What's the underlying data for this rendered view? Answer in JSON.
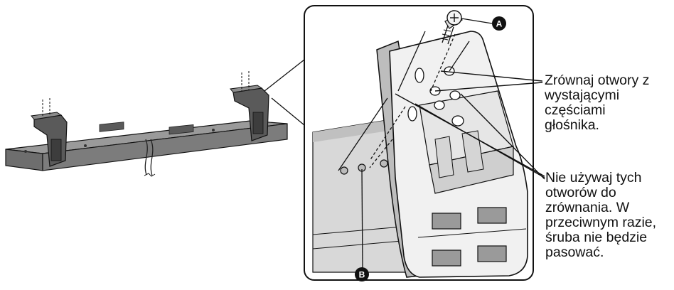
{
  "labels": {
    "badge_a": "A",
    "badge_b": "B"
  },
  "callouts": {
    "align": "Zrównaj otwory z\nwystającymi\nczęściami\ngłośnika.",
    "dont_use": "Nie używaj tych\notworów do\nzrównania. W\nprzeciwnym razie,\nśruba nie będzie\npasować."
  },
  "colors": {
    "line": "#111111",
    "bar_fill": "#8a8a8a",
    "bar_dark": "#5a5a5a",
    "panel_fill": "#dcdcdc",
    "bracket_fill": "#f2f2f2",
    "bracket_shade": "#c4c4c4",
    "badge_fill": "#111111"
  }
}
